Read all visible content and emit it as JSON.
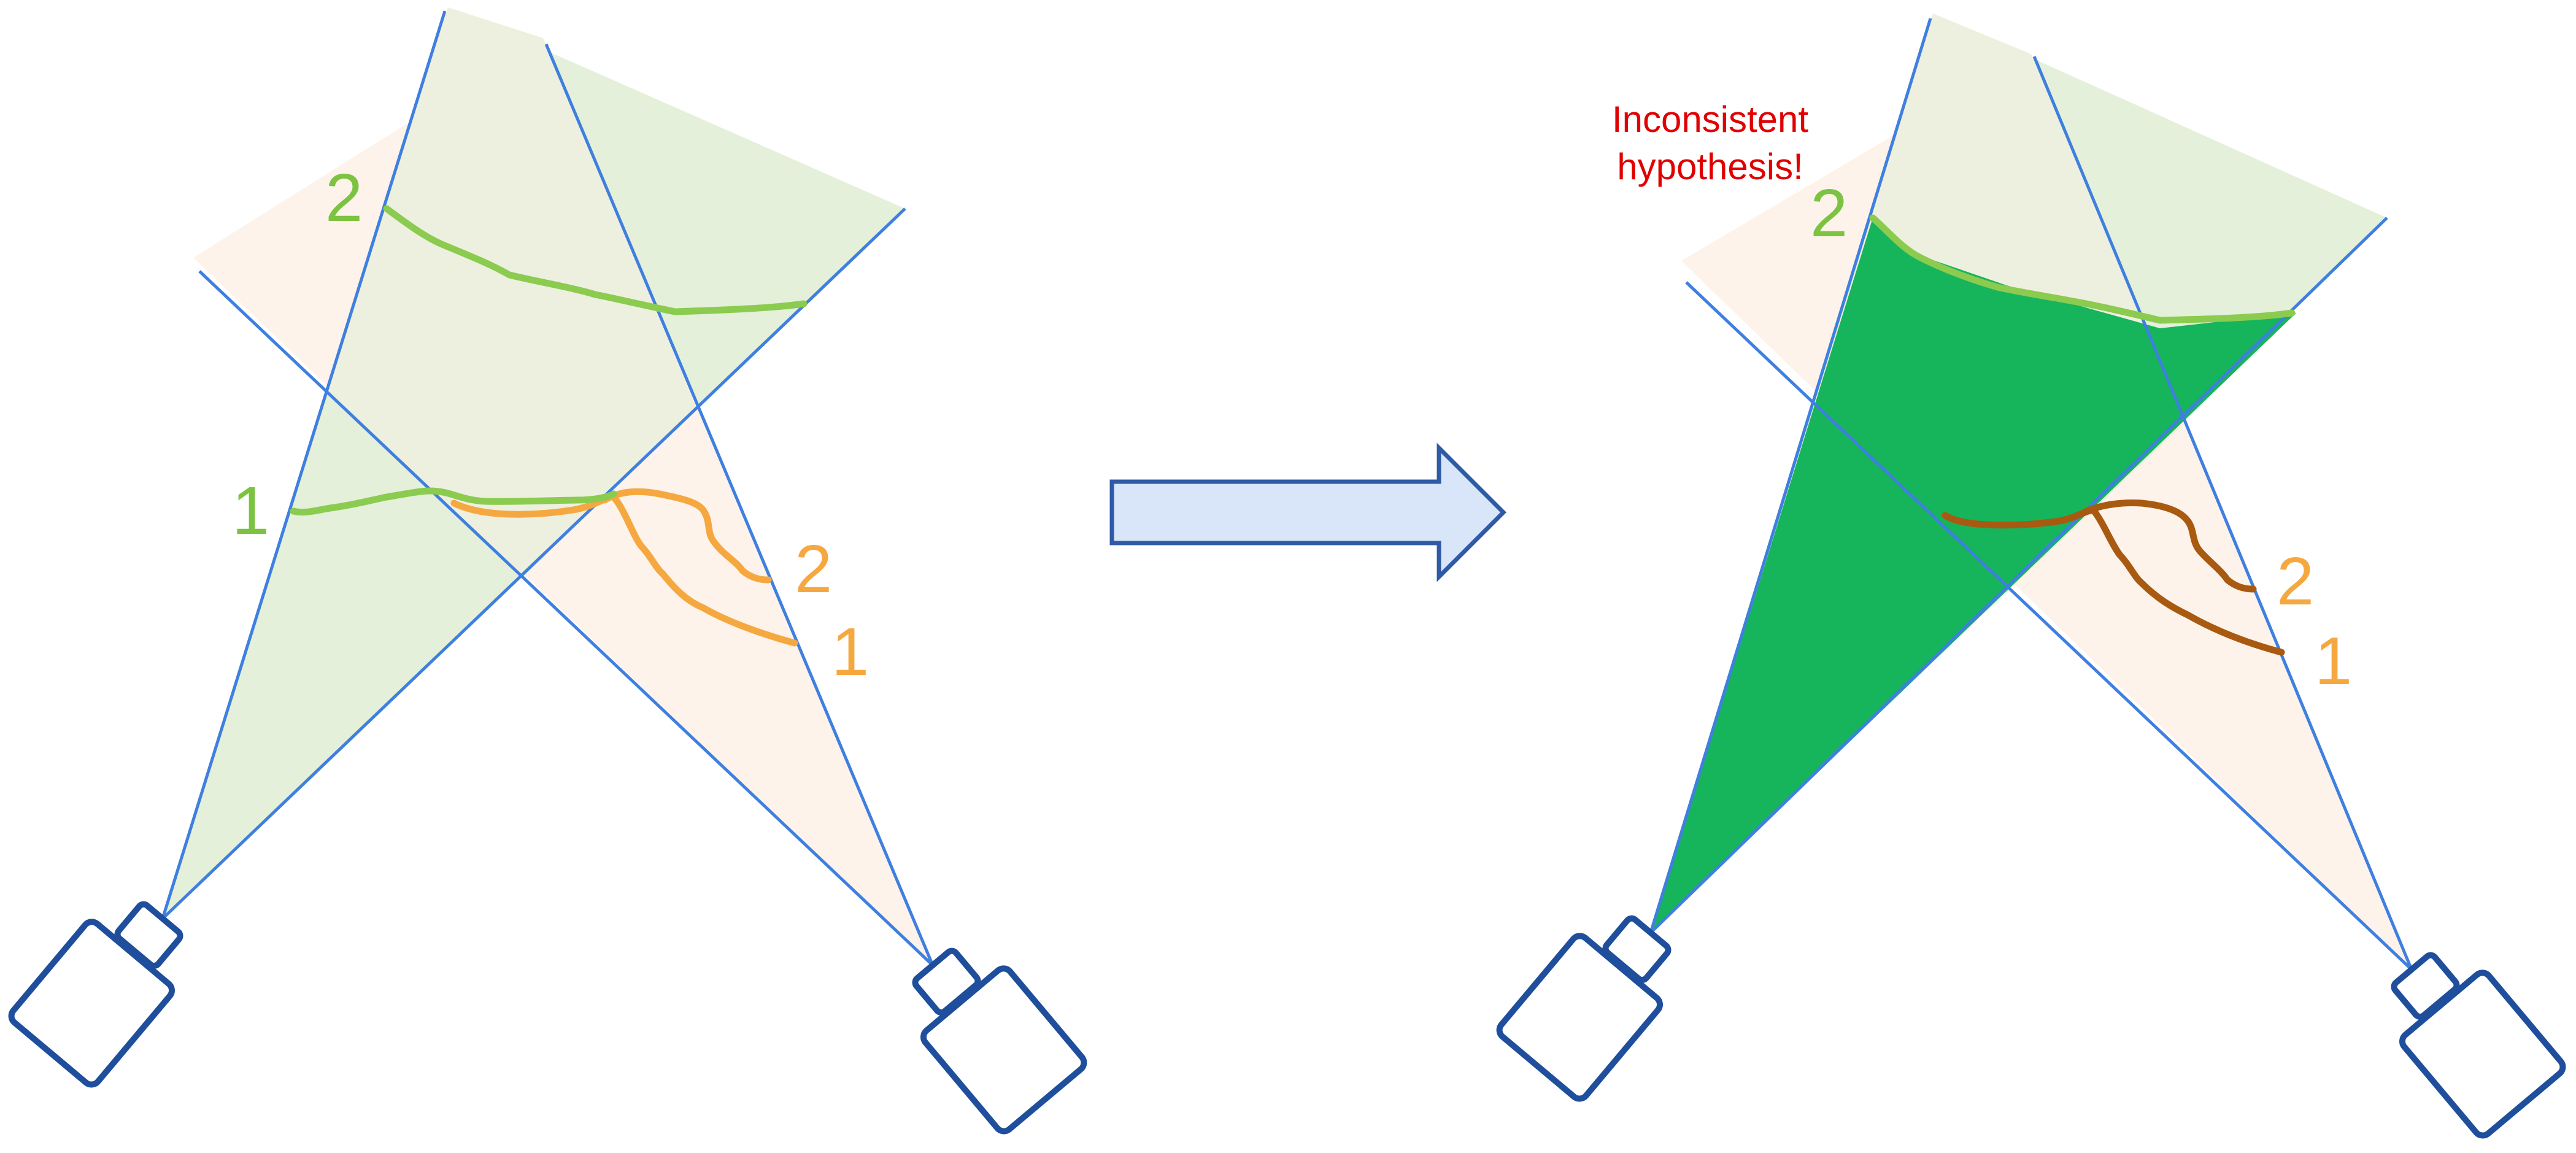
{
  "colors": {
    "ray": "#3F7FE0",
    "green_curve": "#8BCB50",
    "orange_curve": "#F6A840",
    "brown_curve": "#A85A10",
    "green_cone": "#E4F0D9",
    "orange_cone": "#FDF3EA",
    "overlap": "#EEF0DF",
    "highlight": "#16B45B",
    "camera_stroke": "#1F4E9C",
    "arrow_fill": "#D9E6FA",
    "arrow_stroke": "#2F5BA6",
    "warning_text": "#E00000",
    "green_label": "#7CC341",
    "orange_label": "#F6A840"
  },
  "left_panel": {
    "green_labels": [
      "2",
      "1"
    ],
    "orange_labels": [
      "2",
      "1"
    ]
  },
  "right_panel": {
    "annotation_line1": "Inconsistent",
    "annotation_line2": "hypothesis!",
    "green_labels": [
      "2"
    ],
    "orange_labels": [
      "2",
      "1"
    ]
  }
}
